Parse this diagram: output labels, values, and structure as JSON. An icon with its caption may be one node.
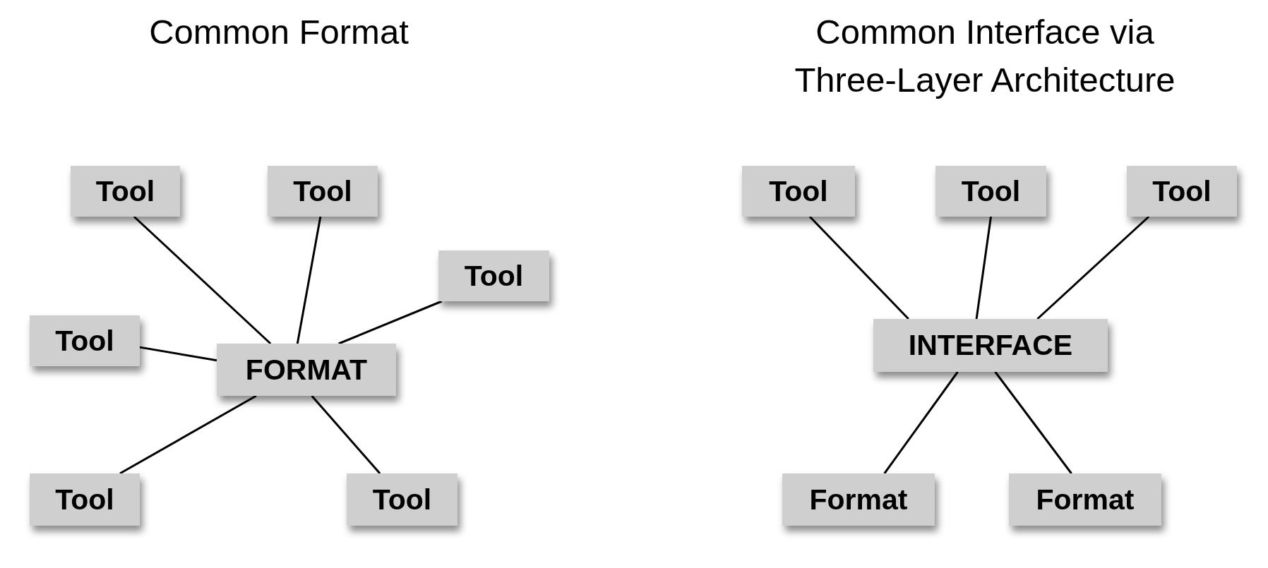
{
  "diagram": {
    "nodes": [
      {
        "text": [
          "Tool"
        ]
      },
      {
        "text": [
          "Tool"
        ]
      },
      {
        "text": [
          "Tool"
        ]
      },
      {
        "text": [
          "Tool"
        ]
      },
      {
        "text": [
          "FORMAT"
        ]
      },
      {
        "text": [
          "Tool"
        ]
      },
      {
        "text": [
          "Tool"
        ]
      },
      {
        "text": [
          "Tool"
        ]
      },
      {
        "text": [
          "Tool"
        ]
      },
      {
        "text": [
          "Tool"
        ]
      },
      {
        "text": [
          "INTERFACE"
        ]
      },
      {
        "text": [
          "Format"
        ]
      },
      {
        "text": [
          "Format"
        ]
      }
    ],
    "edges": [
      {
        "from": 0,
        "to": 4,
        "arrow": "none"
      },
      {
        "from": 1,
        "to": 4,
        "arrow": "none"
      },
      {
        "from": 2,
        "to": 4,
        "arrow": "none"
      },
      {
        "from": 3,
        "to": 4,
        "arrow": "none"
      },
      {
        "from": 4,
        "to": 5,
        "arrow": "none"
      },
      {
        "from": 4,
        "to": 6,
        "arrow": "none"
      },
      {
        "from": 7,
        "to": 10,
        "arrow": "none"
      },
      {
        "from": 8,
        "to": 10,
        "arrow": "none"
      },
      {
        "from": 9,
        "to": 10,
        "arrow": "none"
      },
      {
        "from": 10,
        "to": 11,
        "arrow": "none"
      },
      {
        "from": 10,
        "to": 12,
        "arrow": "none"
      }
    ],
    "labels": [
      "Common Format",
      "Common Interface via Three-Layer Architecture"
    ]
  }
}
